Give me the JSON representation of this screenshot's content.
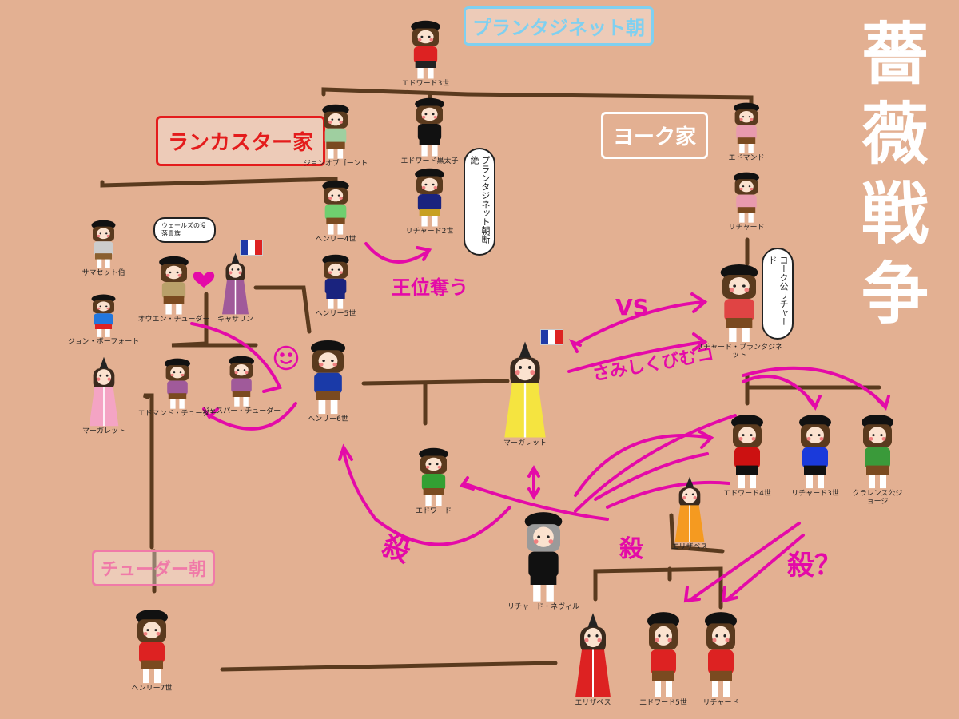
{
  "title": "薔薇戦争",
  "houses": {
    "plantagenet": {
      "label": "プランタジネット朝",
      "color": "#7fd0f0"
    },
    "lancaster": {
      "label": "ランカスター家",
      "color": "#e41c1c"
    },
    "york": {
      "label": "ヨーク家",
      "color": "#ffffff"
    },
    "tudor": {
      "label": "チューダー朝",
      "color": "#f07aa8"
    }
  },
  "people": {
    "edward3": "エドワード3世",
    "black_prince": "エドワード黒太子",
    "richard2": "リチャード2世",
    "john_of_gaunt": "ジョンオブゴーント",
    "henry4": "ヘンリー4世",
    "henry5": "ヘンリー5世",
    "somerset": "サマセット伯",
    "john_beaufort": "ジョン・ボーフォート",
    "margaret_beaufort": "マーガレット",
    "owen_tudor": "オウエン・チューダー",
    "catherine": "キャサリン",
    "edmund_tudor": "エドマンド・チューダー",
    "jasper_tudor": "ジャスパー・チューダー",
    "henry6": "ヘンリー6世",
    "margaret_anjou": "マーガレット",
    "edward_prince": "エドワード",
    "edmund_york": "エドマンド",
    "richard_york": "リチャード",
    "richard_plantagenet": "リチャード・プランタジネット",
    "edward4": "エドワード4世",
    "richard3": "リチャード3世",
    "george_clarence": "クラレンス公ジョージ",
    "elizabeth_woodville": "エリザベス",
    "warwick": "リチャード・ネヴィル",
    "elizabeth_york": "エリザベス",
    "edward5": "エドワード5世",
    "richard_shrewsbury": "リチャード",
    "henry7": "ヘンリー7世"
  },
  "bubbles": {
    "extinction": "プランタジネット朝断絶",
    "welsh": "ウェールズの没落貴族",
    "duke_york": "ヨーク公リチャード"
  },
  "annotations": {
    "abdicate": "王位奪う",
    "vs": "VS",
    "lonely": "さみしくびむコ",
    "kill1": "殺",
    "kill2": "殺",
    "kill3": "殺？"
  },
  "colors": {
    "background": "#e3b092",
    "line": "#5a3a1e",
    "arrow": "#e40aa8"
  },
  "figures": {
    "edward3": {
      "style": "noble",
      "top": "#d22",
      "bottom": "#222"
    },
    "black_prince": {
      "style": "noble",
      "top": "#111",
      "bottom": "#111"
    },
    "richard2": {
      "style": "noble",
      "top": "#1a237e",
      "bottom": "#c8a020"
    },
    "john_of_gaunt": {
      "style": "noble",
      "top": "#9fcfa0",
      "bottom": "#7a4a20"
    },
    "henry4": {
      "style": "noble",
      "top": "#6fcf6f",
      "bottom": "#7a4a20"
    },
    "henry5": {
      "style": "noble",
      "top": "#1a237e",
      "bottom": "#1a237e"
    },
    "somerset": {
      "style": "noble",
      "top": "#ccc",
      "bottom": "#8a6030"
    },
    "john_beaufort": {
      "style": "noble",
      "top": "#2277dd",
      "bottom": "#d22"
    },
    "margaret_beaufort": {
      "style": "lady",
      "top": "#f4a4c4",
      "bottom": "#f4a4c4"
    },
    "owen_tudor": {
      "style": "noble",
      "top": "#b9a06a",
      "bottom": "#7a4a20"
    },
    "catherine": {
      "style": "lady",
      "top": "#a05a9a",
      "bottom": "#a05a9a"
    },
    "edmund_tudor": {
      "style": "noble",
      "top": "#a05a9a",
      "bottom": "#7a4a20"
    },
    "jasper_tudor": {
      "style": "noble",
      "top": "#a05a9a",
      "bottom": "#7a4a20"
    },
    "henry6": {
      "style": "noble",
      "top": "#1a3aa8",
      "bottom": "#7a4a20"
    },
    "margaret_anjou": {
      "style": "lady",
      "top": "#f5e440",
      "bottom": "#f5e440"
    },
    "edward_prince": {
      "style": "noble",
      "top": "#33a033",
      "bottom": "#7a4a20"
    },
    "edmund_york": {
      "style": "noble",
      "top": "#e89aae",
      "bottom": "#7a4a20"
    },
    "richard_york": {
      "style": "noble",
      "top": "#e89aae",
      "bottom": "#7a4a20"
    },
    "richard_plantagenet": {
      "style": "noble",
      "top": "#e04444",
      "bottom": "#7a4a20"
    },
    "edward4": {
      "style": "noble",
      "top": "#cc1111",
      "bottom": "#111"
    },
    "richard3": {
      "style": "noble",
      "top": "#1a3adb",
      "bottom": "#111"
    },
    "george_clarence": {
      "style": "noble",
      "top": "#3a9a3a",
      "bottom": "#7a4a20"
    },
    "elizabeth_woodville": {
      "style": "lady",
      "top": "#f59a20",
      "bottom": "#f59a20"
    },
    "warwick": {
      "style": "noble",
      "top": "#111",
      "bottom": "#111",
      "grey": true
    },
    "elizabeth_york": {
      "style": "lady",
      "top": "#d22",
      "bottom": "#d22"
    },
    "edward5": {
      "style": "noble",
      "top": "#d22",
      "bottom": "#7a4a20"
    },
    "richard_shrewsbury": {
      "style": "noble",
      "top": "#d22",
      "bottom": "#7a4a20"
    },
    "henry7": {
      "style": "noble",
      "top": "#d22",
      "bottom": "#7a4a20"
    }
  }
}
